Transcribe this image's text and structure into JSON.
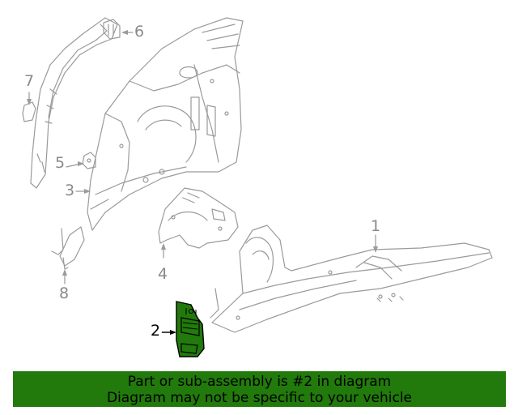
{
  "diagram": {
    "callouts": [
      {
        "id": "1",
        "label": "1"
      },
      {
        "id": "2",
        "label": "2"
      },
      {
        "id": "3",
        "label": "3"
      },
      {
        "id": "4",
        "label": "4"
      },
      {
        "id": "5",
        "label": "5"
      },
      {
        "id": "6",
        "label": "6"
      },
      {
        "id": "7",
        "label": "7"
      },
      {
        "id": "8",
        "label": "8"
      }
    ],
    "highlighted_part": "2",
    "highlight_color": "#217a0b",
    "line_color": "#9a9a9a"
  },
  "banner": {
    "line1": "Part or sub-assembly is #2 in diagram",
    "line2": "Diagram may not be specific to your vehicle",
    "background": "#217a0b"
  }
}
